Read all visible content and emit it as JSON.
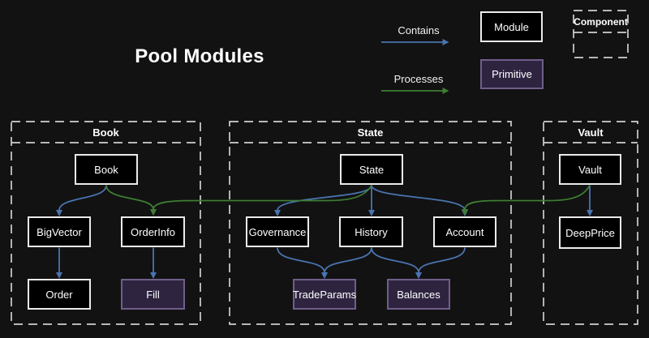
{
  "title": "Pool Modules",
  "legend": {
    "contains": "Contains",
    "processes": "Processes",
    "module": "Module",
    "primitive": "Primitive",
    "component": "Component"
  },
  "colors": {
    "background": "#121212",
    "contains_arrow": "#4a74b0",
    "processes_arrow": "#3e7e33",
    "module_fill": "#000000",
    "module_border": "#ebebeb",
    "primitive_fill": "#2e2440",
    "primitive_border": "#6f5e8a",
    "container_border": "#cfcfcf",
    "text": "#ffffff"
  },
  "containers": [
    {
      "id": "book",
      "title": "Book",
      "nodes": [
        {
          "label": "Book",
          "type": "module"
        },
        {
          "label": "BigVector",
          "type": "module"
        },
        {
          "label": "OrderInfo",
          "type": "module"
        },
        {
          "label": "Order",
          "type": "module"
        },
        {
          "label": "Fill",
          "type": "primitive"
        }
      ]
    },
    {
      "id": "state",
      "title": "State",
      "nodes": [
        {
          "label": "State",
          "type": "module"
        },
        {
          "label": "Governance",
          "type": "module"
        },
        {
          "label": "History",
          "type": "module"
        },
        {
          "label": "Account",
          "type": "module"
        },
        {
          "label": "TradeParams",
          "type": "primitive"
        },
        {
          "label": "Balances",
          "type": "primitive"
        }
      ]
    },
    {
      "id": "vault",
      "title": "Vault",
      "nodes": [
        {
          "label": "Vault",
          "type": "module"
        },
        {
          "label": "DeepPrice",
          "type": "module"
        }
      ]
    }
  ],
  "edges": [
    {
      "from": "Book",
      "to": "BigVector",
      "type": "contains"
    },
    {
      "from": "BigVector",
      "to": "Order",
      "type": "contains"
    },
    {
      "from": "OrderInfo",
      "to": "Fill",
      "type": "contains"
    },
    {
      "from": "Book",
      "to": "OrderInfo",
      "type": "processes"
    },
    {
      "from": "State",
      "to": "OrderInfo",
      "type": "processes"
    },
    {
      "from": "State",
      "to": "Governance",
      "type": "contains"
    },
    {
      "from": "State",
      "to": "History",
      "type": "contains"
    },
    {
      "from": "State",
      "to": "Account",
      "type": "contains"
    },
    {
      "from": "Governance",
      "to": "TradeParams",
      "type": "contains"
    },
    {
      "from": "History",
      "to": "TradeParams",
      "type": "contains"
    },
    {
      "from": "History",
      "to": "Balances",
      "type": "contains"
    },
    {
      "from": "Account",
      "to": "Balances",
      "type": "contains"
    },
    {
      "from": "Vault",
      "to": "DeepPrice",
      "type": "contains"
    },
    {
      "from": "Vault",
      "to": "Account",
      "type": "processes"
    }
  ]
}
